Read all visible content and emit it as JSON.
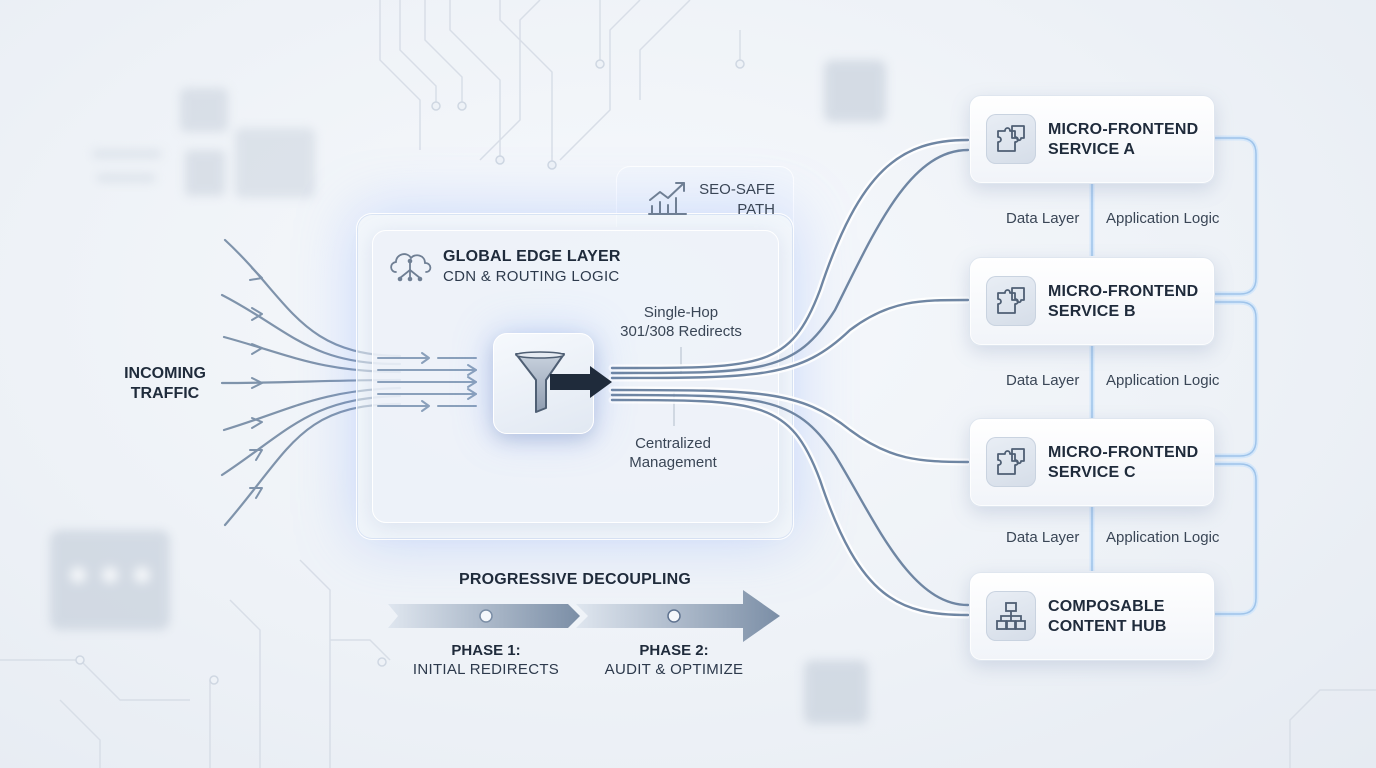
{
  "incoming": {
    "line1": "INCOMING",
    "line2": "TRAFFIC"
  },
  "edge": {
    "title": "GLOBAL EDGE LAYER",
    "subtitle": "CDN & ROUTING LOGIC",
    "seo_line1": "SEO-SAFE",
    "seo_line2": "PATH",
    "redirect_line1": "Single-Hop",
    "redirect_line2": "301/308 Redirects",
    "management_line1": "Centralized",
    "management_line2": "Management"
  },
  "services": [
    {
      "line1": "MICRO-FRONTEND",
      "line2": "SERVICE A",
      "icon": "puzzle-icon"
    },
    {
      "line1": "MICRO-FRONTEND",
      "line2": "SERVICE B",
      "icon": "puzzle-icon"
    },
    {
      "line1": "MICRO-FRONTEND",
      "line2": "SERVICE C",
      "icon": "puzzle-icon"
    },
    {
      "line1": "COMPOSABLE",
      "line2": "CONTENT HUB",
      "icon": "hierarchy-icon"
    }
  ],
  "connectors": [
    {
      "left": "Data Layer",
      "right": "Application Logic"
    },
    {
      "left": "Data Layer",
      "right": "Application Logic"
    },
    {
      "left": "Data Layer",
      "right": "Application Logic"
    }
  ],
  "decoupling": {
    "title": "PROGRESSIVE DECOUPLING",
    "phases": [
      {
        "name": "PHASE 1:",
        "desc": "INITIAL REDIRECTS"
      },
      {
        "name": "PHASE 2:",
        "desc": "AUDIT & OPTIMIZE"
      }
    ]
  },
  "colors": {
    "accent": "#1f2b3b",
    "flow": "#6f86a3",
    "glow": "#cfe3ff",
    "phase_arrow": "#7b8ea6"
  }
}
